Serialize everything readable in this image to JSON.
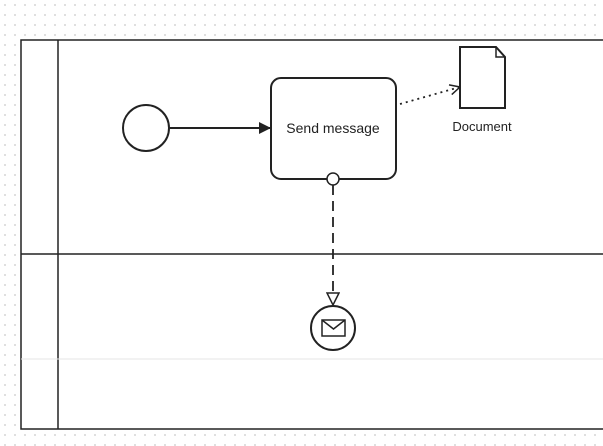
{
  "diagram": {
    "task": {
      "label": "Send message"
    },
    "data_object": {
      "label": "Document"
    },
    "colors": {
      "stroke": "#222222",
      "background": "#ffffff",
      "grid_dot": "#d4d4d4",
      "faint_line": "#e6e6e6"
    },
    "icons": {
      "start_event": "circle-outline",
      "message_event": "envelope-icon",
      "document": "document-icon"
    }
  }
}
